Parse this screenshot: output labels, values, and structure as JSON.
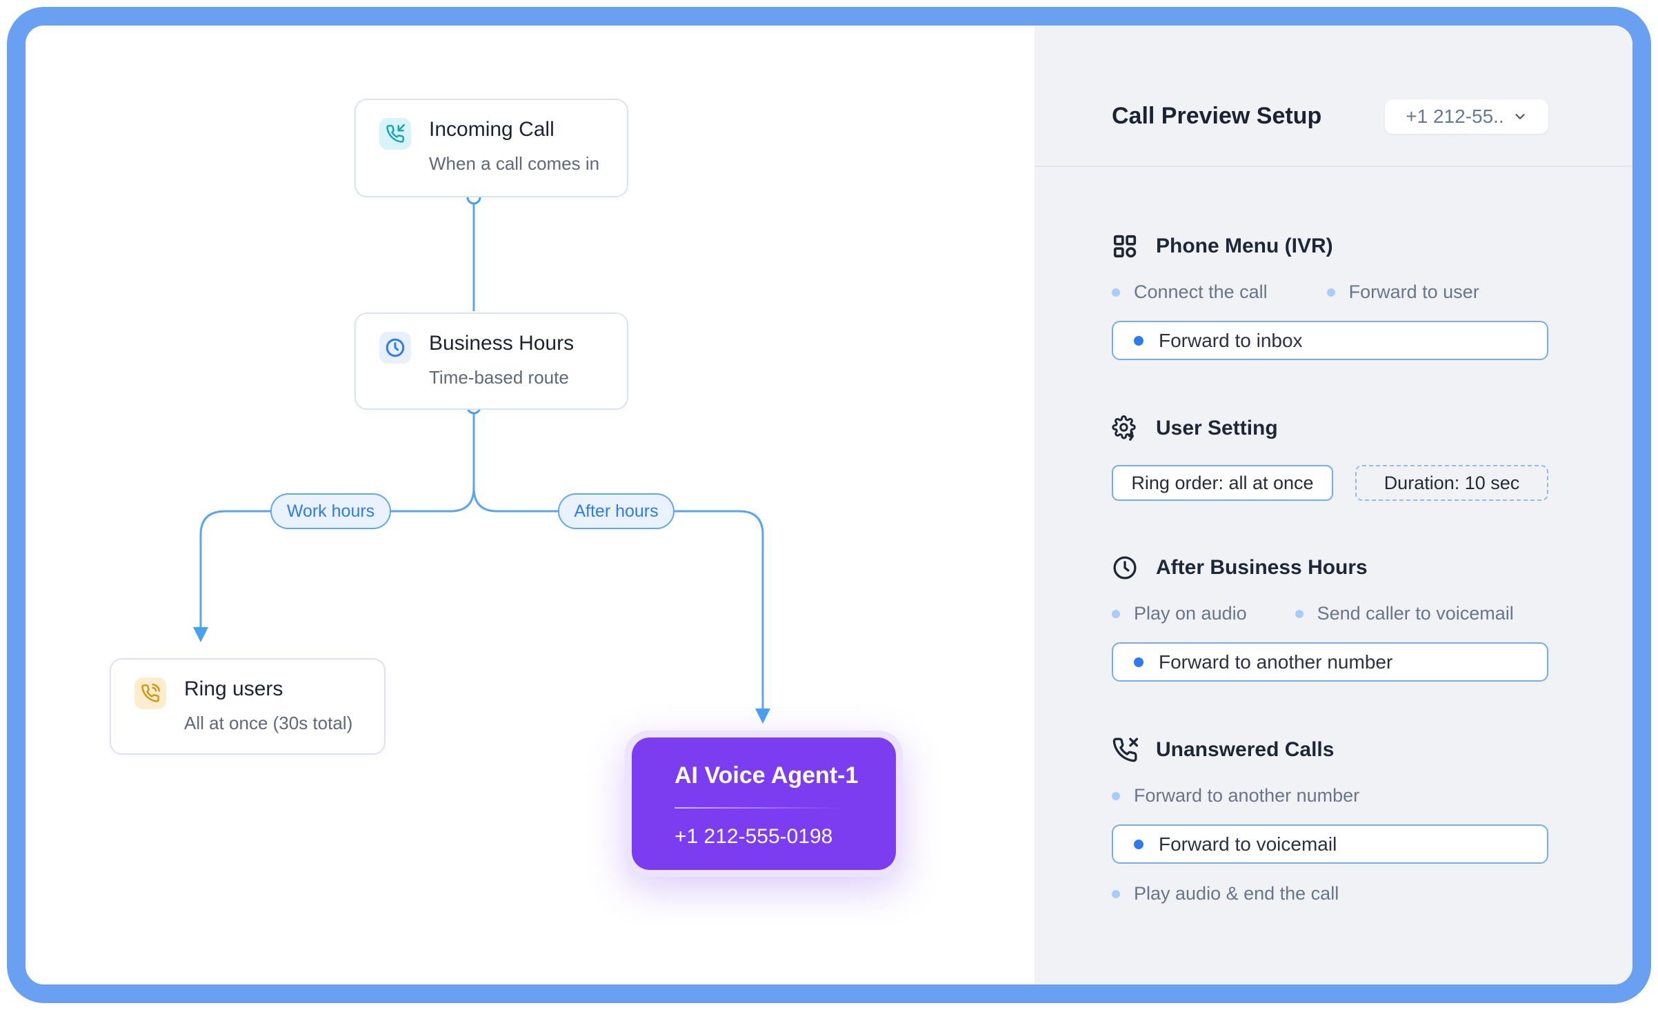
{
  "flow": {
    "incoming": {
      "title": "Incoming Call",
      "subtitle": "When a call comes in"
    },
    "business": {
      "title": "Business Hours",
      "subtitle": "Time-based route"
    },
    "ring": {
      "title": "Ring users",
      "subtitle": "All at once (30s total)"
    },
    "agent": {
      "title": "AI Voice Agent-1",
      "phone": "+1 212-555-0198"
    },
    "branches": {
      "work": "Work hours",
      "after": "After hours"
    }
  },
  "panel": {
    "title": "Call Preview Setup",
    "phone_dropdown": "+1 212-55..",
    "ivr": {
      "title": "Phone Menu (IVR)",
      "option1": "Connect the call",
      "option2": "Forward to user",
      "selected": "Forward to inbox"
    },
    "user_setting": {
      "title": "User Setting",
      "chip_solid": "Ring order: all at once",
      "chip_dashed": "Duration: 10 sec"
    },
    "after_hours": {
      "title": "After Business Hours",
      "option1": "Play on audio",
      "option2": "Send caller to voicemail",
      "selected": "Forward to another number"
    },
    "unanswered": {
      "title": "Unanswered Calls",
      "option1": "Forward to another number",
      "selected": "Forward to voicemail",
      "option2": "Play audio & end the call"
    }
  },
  "colors": {
    "frame_blue": "#6aa0f1",
    "connector_blue": "#58a5f1",
    "accent_blue": "#2e7bf0",
    "agent_purple": "#7c3cf0",
    "panel_gray": "#f0f2f6",
    "teal_icon": "#12a5ba",
    "orange_icon": "#d7930f"
  }
}
